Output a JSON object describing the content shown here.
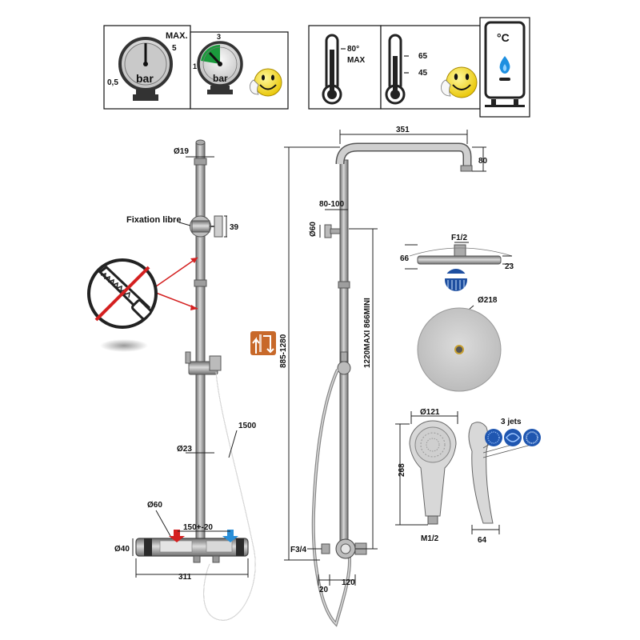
{
  "pressure": {
    "gauge_max_label": "MAX.",
    "gauge_max_value": "5",
    "gauge_min_value": "0,5",
    "gauge_unit": "bar",
    "gauge2_top_value": "3",
    "gauge2_left_value": "1",
    "gauge2_unit": "bar"
  },
  "temperature": {
    "max_value": "80°",
    "max_label": "MAX",
    "high_value": "65",
    "low_value": "45",
    "heater_unit": "°C"
  },
  "column": {
    "rail_diameter": "Ø19",
    "fixation_label": "Fixation libre",
    "fixation_size": "39",
    "pipe_diameter": "Ø23",
    "hose_length": "1500",
    "body_diameter_top": "Ø60",
    "spacing": "150+-20",
    "body_diameter_side": "Ø40",
    "body_width": "311"
  },
  "side_view": {
    "arm_length": "351",
    "arm_drop": "80",
    "bracket_range": "80-100",
    "bracket_diameter": "Ø60",
    "total_height": "885-1280",
    "height_max_min": "1220MAXI  866MINI",
    "inlet_thread": "F3/4",
    "offset_small": "20",
    "offset_large": "120"
  },
  "head_shower": {
    "thread": "F1/2",
    "height": "66",
    "thickness": "23",
    "diameter": "Ø218"
  },
  "hand_shower": {
    "diameter": "Ø121",
    "length": "268",
    "thread": "M1/2",
    "width": "64",
    "jets_label": "3 jets"
  },
  "colors": {
    "gauge_green": "#1a9a3c",
    "hot_red": "#d42020",
    "cold_blue": "#2a8fd8",
    "smiley_yellow": "#f4e21c",
    "adjust_orange": "#c8692a",
    "flame_blue": "#1d8fe0"
  },
  "icons": [
    "pressure-gauge-icon",
    "thermometer-icon",
    "smiley-icon",
    "water-heater-icon",
    "saw-icon",
    "adjustable-height-icon",
    "jet-pattern-icon"
  ]
}
